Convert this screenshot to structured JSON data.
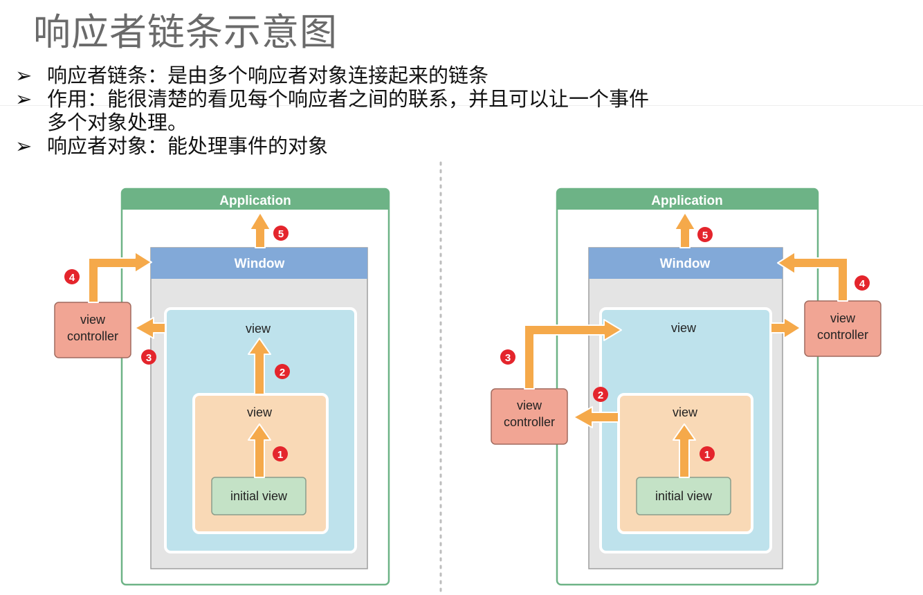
{
  "title": "响应者链条示意图",
  "bullets": [
    {
      "marker": "➢",
      "text": "响应者链条：是由多个响应者对象连接起来的链条",
      "cont": ""
    },
    {
      "marker": "➢",
      "text": "作用：能很清楚的看见每个响应者之间的联系，并且可以让一个事件",
      "cont": "多个对象处理。"
    },
    {
      "marker": "➢",
      "text": "响应者对象：能处理事件的对象",
      "cont": ""
    }
  ],
  "diagram": {
    "labels": {
      "application": "Application",
      "window": "Window",
      "view": "view",
      "view_controller_line1": "view",
      "view_controller_line2": "controller",
      "initial_view": "initial view"
    },
    "steps": [
      "1",
      "2",
      "3",
      "4",
      "5"
    ],
    "colors": {
      "application": "#6db386",
      "window": "#82a9d8",
      "window_body": "#e4e4e4",
      "view_outer": "#bee2ec",
      "view_inner": "#f9d9b6",
      "initial_view": "#c4e2c6",
      "view_controller": "#f1a594",
      "arrow": "#f5a94a",
      "badge": "#e4252c"
    }
  }
}
